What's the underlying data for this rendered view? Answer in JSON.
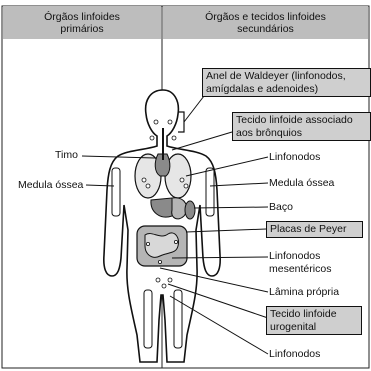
{
  "headers": {
    "primary": [
      "Órgãos linfoides",
      "primários"
    ],
    "secondary": [
      "Órgãos e tecidos linfoides",
      "secundários"
    ]
  },
  "left_labels": {
    "timo": "Timo",
    "medula": "Medula óssea"
  },
  "right_labels": {
    "waldeyer": [
      "Anel de Waldeyer (linfonodos,",
      "amígdalas e adenoides)"
    ],
    "bronquios": [
      "Tecido linfoide associado",
      "aos brônquios"
    ],
    "linfonodos_top": "Linfonodos",
    "medula": "Medula óssea",
    "baco": "Baço",
    "peyer": "Placas de Peyer",
    "mesentericos": [
      "Linfonodos",
      "mesentéricos"
    ],
    "lamina": "Lâmina própria",
    "urogenital": [
      "Tecido linfoide",
      "urogenital"
    ],
    "linfonodos_bottom": "Linfonodos"
  },
  "colors": {
    "header_bg": "#bdbdbd",
    "box_bg": "#cfcfcf",
    "organ_gray": "#8a8a8a",
    "organ_light": "#b5b5b5"
  }
}
